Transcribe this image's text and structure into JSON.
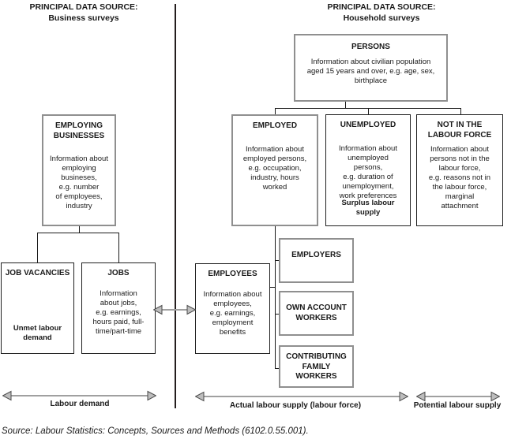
{
  "headers": {
    "business": {
      "line1": "PRINCIPAL DATA SOURCE:",
      "line2": "Business surveys"
    },
    "household": {
      "line1": "PRINCIPAL DATA SOURCE:",
      "line2": "Household surveys"
    }
  },
  "boxes": {
    "persons": {
      "title": "PERSONS",
      "body": "Information about civilian population\naged 15 years and over, e.g. age, sex,\nbirthplace"
    },
    "employing_businesses": {
      "title": "EMPLOYING\nBUSINESSES",
      "body": "Information about\nemploying\nbusineses,\ne.g. number\nof employees,\nindustry"
    },
    "job_vacancies": {
      "title": "JOB VACANCIES",
      "footer": "Unmet labour\ndemand"
    },
    "jobs": {
      "title": "JOBS",
      "body": "Information\nabout jobs,\ne.g. earnings,\nhours paid, full-\ntime/part-time"
    },
    "employed": {
      "title": "EMPLOYED",
      "body": "Information about\nemployed persons,\ne.g. occupation,\nindustry, hours\nworked"
    },
    "unemployed": {
      "title": "UNEMPLOYED",
      "body": "Information about\nunemployed\npersons,\ne.g. duration of\nunemployment,\nwork preferences",
      "footer": "Surplus labour\nsupply"
    },
    "not_in_labour_force": {
      "title": "NOT IN THE\nLABOUR FORCE",
      "body": "Information about\npersons not in the\nlabour force,\ne.g. reasons not in\nthe labour force,\nmarginal\nattachment"
    },
    "employees": {
      "title": "EMPLOYEES",
      "body": "Information about\nemployees,\ne.g. earnings,\nemployment\nbenefits"
    },
    "employers": {
      "title": "EMPLOYERS"
    },
    "own_account_workers": {
      "title": "OWN ACCOUNT\nWORKERS"
    },
    "contributing_family_workers": {
      "title": "CONTRIBUTING\nFAMILY\nWORKERS"
    }
  },
  "arrow_labels": {
    "labour_demand": "Labour demand",
    "actual_labour_supply": "Actual labour supply (labour force)",
    "potential_labour_supply": "Potential labour supply"
  },
  "source_note": "Source: Labour Statistics: Concepts, Sources and Methods (6102.0.55.001).",
  "colors": {
    "box_border_gray": "#8f8f8f",
    "box_border_dark": "#1f1f1f",
    "connector": "#1a1a1a",
    "arrow": "#a0a0a0",
    "text": "#1a1a1a",
    "background": "#ffffff"
  }
}
